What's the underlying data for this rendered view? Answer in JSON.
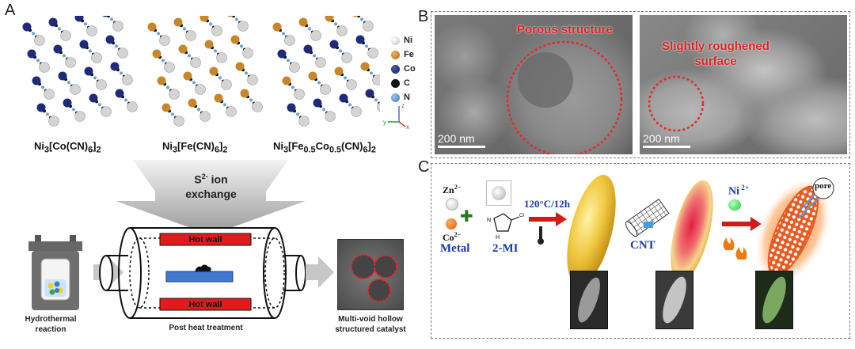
{
  "panelA": {
    "letter": "A",
    "lattices": [
      "Ni",
      "Ni",
      "Ni"
    ],
    "legend": [
      {
        "symbol": "Ni",
        "color": "#d9d9d9"
      },
      {
        "symbol": "Fe",
        "color": "#c8862a"
      },
      {
        "symbol": "Co",
        "color": "#1e2a7a"
      },
      {
        "symbol": "C",
        "color": "#111111"
      },
      {
        "symbol": "N",
        "color": "#4a86c8"
      }
    ],
    "axes": {
      "z": "z",
      "y": "y",
      "x": "x"
    },
    "exchange_line1": "ion",
    "exchange_line2": "exchange",
    "hot_wall_top": "Hot wall",
    "hot_wall_bottom": "Hot wall",
    "hydrothermal": "Hydrothermal reaction",
    "post_heat": "Post heat treatment",
    "catalyst_line1": "Multi-void  hollow",
    "catalyst_line2": "structured catalyst"
  },
  "panelB": {
    "letter": "B",
    "left_label": "Porous structure",
    "right_label_1": "Slightly roughened",
    "right_label_2": "surface",
    "scale_left": "200 nm",
    "scale_right": "200 nm"
  },
  "panelC": {
    "letter": "C",
    "zn": "Zn",
    "co": "Co",
    "metal": "Metal",
    "mi": "2-MI",
    "condition": "120°C/12h",
    "cnt": "CNT",
    "ni": "Ni",
    "pore": "pore"
  }
}
